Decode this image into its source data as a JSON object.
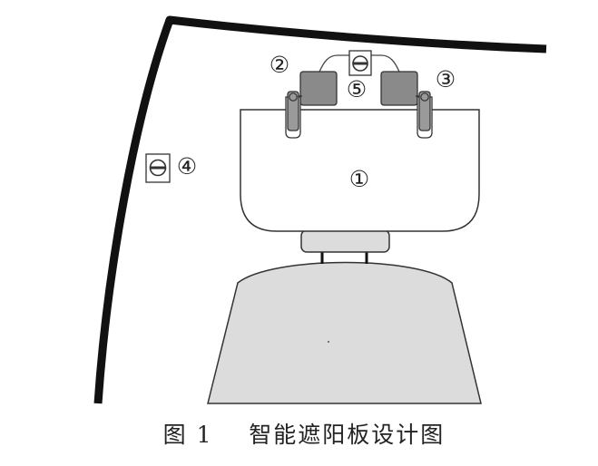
{
  "figure": {
    "caption": "图 1    智能遮阳板设计图",
    "callouts": {
      "c1": "①",
      "c2": "②",
      "c3": "③",
      "c4": "④",
      "c5": "⑤"
    }
  },
  "colors": {
    "frame": "#111111",
    "outline": "#333333",
    "seat": "#dcdcdc",
    "motor": "#8a8a8a",
    "hinge": "#9a9a9a",
    "panel": "#ffffff"
  },
  "icons": {
    "sensor": "sensor-icon",
    "motor": "motor-icon",
    "hinge": "hinge-icon"
  }
}
